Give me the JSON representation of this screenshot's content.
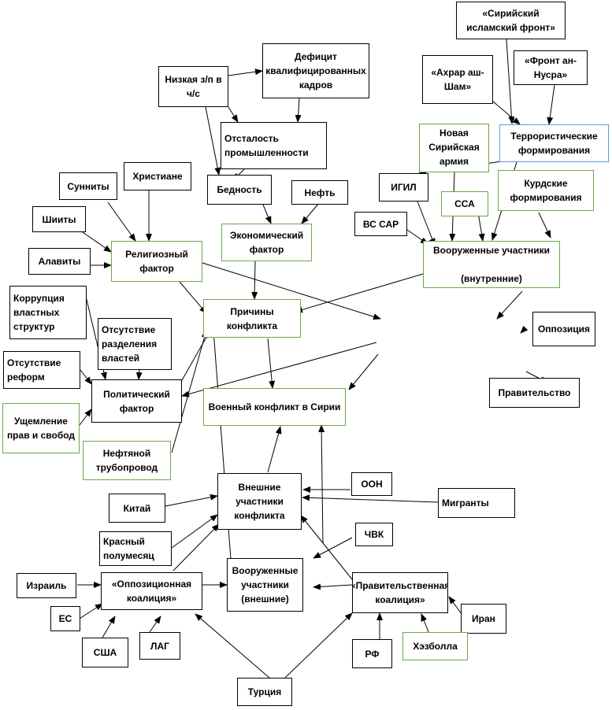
{
  "colors": {
    "line": "#000000",
    "green_border": "#6aa84f",
    "blue_border": "#5b9bd5"
  },
  "nodes": {
    "siriyskiy_islamskiy_front": "«Сирийский исламский фронт»",
    "ahrar_ash_sham": "«Ахрар аш-Шам»",
    "front_an_nusra": "«Фронт ан-Нусра»",
    "nizkaya_zp": "Низкая з/п в ч/с",
    "deficit_kadrov": "Дефицит квалифицированных кадров",
    "otstalost": "Отсталость промышленности",
    "novaya_siriyskaya_armiya": "Новая Сирийская армия",
    "terroristicheskie": "Террористические формирования",
    "sunnity": "Сунниты",
    "hristiane": "Христиане",
    "bednost": "Бедность",
    "neft": "Нефть",
    "igil": "ИГИЛ",
    "kurdskie": "Курдские формирования",
    "shiity": "Шииты",
    "ssa": "ССА",
    "vs_sar": "ВС САР",
    "alavity": "Алавиты",
    "religiozny": "Религиозный фактор",
    "ekonomicheskiy": "Экономический фактор",
    "vooruzhennye_vnutr": "Вооруженные участники\n\n(внутренние)",
    "korrupciya": "Коррупция властных структур",
    "prichiny": "Причины конфликта",
    "oppoziciya": "Оппозиция",
    "otsutstvie_razdeleniya": "Отсутствие разделения властей",
    "otsutstvie_reform": "Отсутствие реформ",
    "politicheskiy": "Политический фактор",
    "pravitelstvo": "Правительство",
    "voenny_konflikt": "Военный конфликт в Сирии",
    "ushchemlenie": "Ущемление прав и свобод",
    "nefteprovod": "Нефтяной трубопровод",
    "oon": "ООН",
    "vneshnie_uchastniki": "Внешние участники конфликта",
    "kitay": "Китай",
    "migranty": "Мигранты",
    "krasny_polumesyac": "Красный полумесяц",
    "chvk": "ЧВК",
    "izrail": "Израиль",
    "oppozicionnaya_koaliciya": "«Оппозиционная коалиция»",
    "vooruzhennye_vnesh": "Вооруженные участники (внешние)",
    "pravitelstvennaya_koaliciya": "«Правительственная коалиция»",
    "es": "ЕС",
    "iran": "Иран",
    "ssha": "США",
    "lag": "ЛАГ",
    "rf": "РФ",
    "hezbolla": "Хэзболла",
    "turciya": "Турция"
  }
}
